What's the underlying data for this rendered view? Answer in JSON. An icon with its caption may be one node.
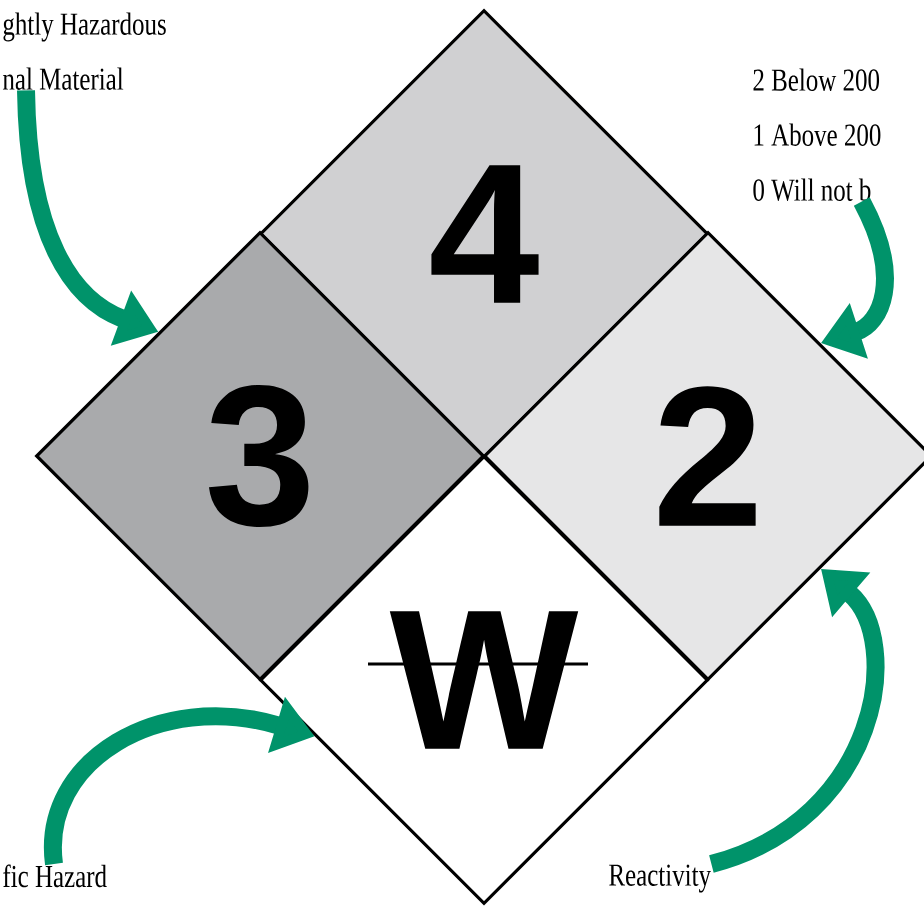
{
  "diagram": {
    "nodes": [
      {
        "text": [
          "4"
        ]
      },
      {
        "text": [
          "3"
        ]
      },
      {
        "text": [
          "2"
        ]
      },
      {
        "text": [
          "W"
        ]
      },
      {
        "text": [
          "ghtly Hazardous",
          "nal Material"
        ]
      },
      {
        "text": [
          "2 Below 200",
          "1 Above 200",
          "0 Will not b"
        ]
      },
      {
        "text": [
          "fic Hazard"
        ]
      },
      {
        "text": [
          "Reactivity"
        ]
      }
    ],
    "edges": [
      {
        "from": 4,
        "to": 1,
        "arrow": "to"
      },
      {
        "from": 5,
        "to": 2,
        "arrow": "to"
      },
      {
        "from": 6,
        "to": 3,
        "arrow": "to"
      },
      {
        "from": 7,
        "to": 2,
        "arrow": "to"
      }
    ]
  }
}
